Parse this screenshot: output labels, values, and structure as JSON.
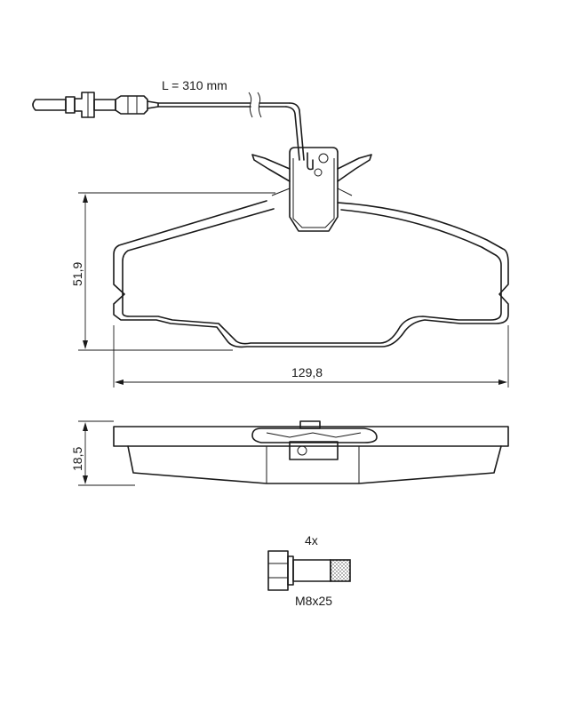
{
  "labels": {
    "wire_length": "L = 310 mm",
    "height": "51,9",
    "width": "129,8",
    "thickness": "18,5",
    "quantity": "4x",
    "bolt_size": "M8x25"
  }
}
